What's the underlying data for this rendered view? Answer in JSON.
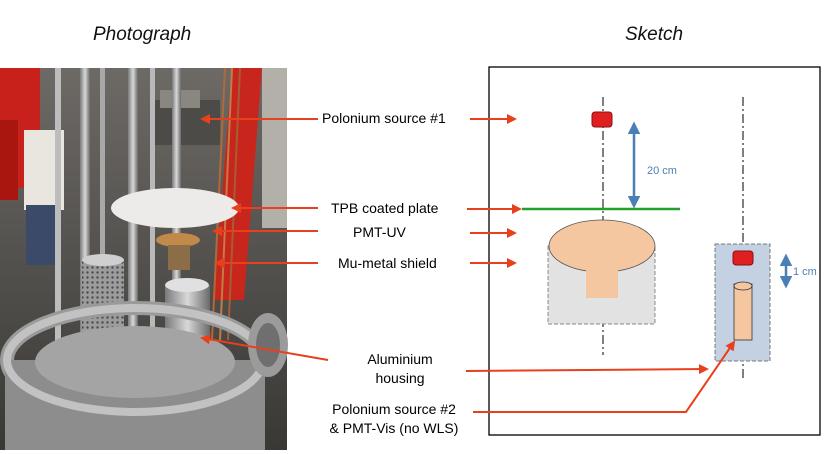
{
  "headings": {
    "photograph": "Photograph",
    "sketch": "Sketch"
  },
  "labels": {
    "polonium1": "Polonium source #1",
    "tpb": "TPB coated plate",
    "pmtuv": "PMT-UV",
    "mumetal": "Mu-metal shield",
    "aluminium_line1": "Aluminium",
    "aluminium_line2": "housing",
    "polonium2_line1": "Polonium source #2",
    "polonium2_line2": "& PMT-Vis (no WLS)"
  },
  "dimensions": {
    "d20": "20 cm",
    "d1": "1 cm"
  },
  "colors": {
    "arrow_red": "#e8401c",
    "plate_green": "#22a02a",
    "dim_blue": "#4a7fb5",
    "source_red": "#e02020",
    "pmt_peach": "#f5c7a1",
    "housing_gray": "#e2e2e2",
    "small_housing_blue": "#c3d1e3"
  }
}
